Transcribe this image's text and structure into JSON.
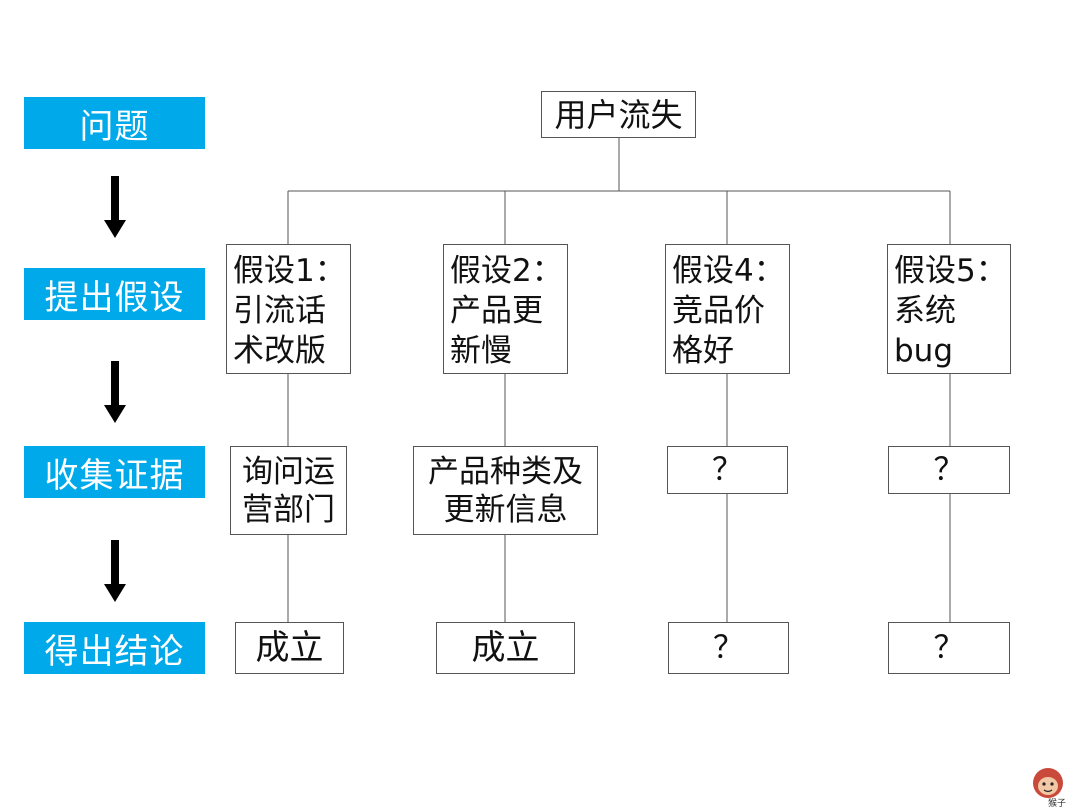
{
  "stages": [
    "问题",
    "提出假设",
    "收集证据",
    "得出结论"
  ],
  "root": "用户流失",
  "hypotheses": [
    {
      "lines": [
        "假设1：",
        "引流话",
        "术改版"
      ],
      "evidence": [
        "询问运",
        "营部门"
      ],
      "conclusion": "成立"
    },
    {
      "lines": [
        "假设2：",
        "产品更",
        "新慢"
      ],
      "evidence": [
        "产品种类及",
        "更新信息"
      ],
      "conclusion": "成立"
    },
    {
      "lines": [
        "假设4：",
        "竞品价",
        "格好"
      ],
      "evidence": [
        "？"
      ],
      "conclusion": "？"
    },
    {
      "lines": [
        "假设5：",
        "系统",
        "bug"
      ],
      "evidence": [
        "？"
      ],
      "conclusion": "？"
    }
  ],
  "watermark": {
    "text": "猴子",
    "icon": "monkey-logo-icon"
  },
  "colors": {
    "stage_bg": "#00a9e9",
    "stage_text": "#ffffff",
    "line": "#555555",
    "arrow": "#000000"
  }
}
